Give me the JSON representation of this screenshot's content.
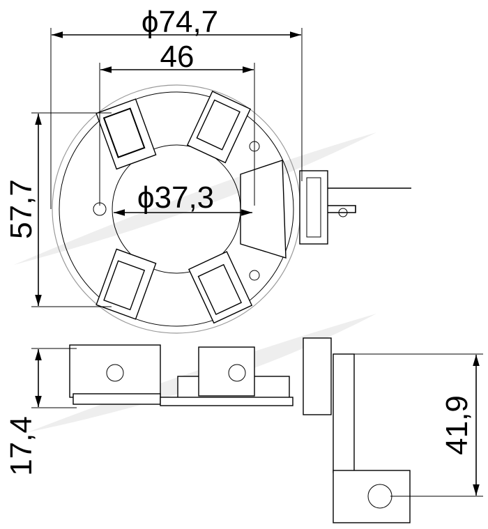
{
  "dimensions": {
    "outer_diameter": "ϕ74,7",
    "holder_span": "46",
    "height_top_view": "57,7",
    "inner_diameter": "ϕ37,3",
    "height_side_view": "17,4",
    "terminal_height": "41,9"
  }
}
